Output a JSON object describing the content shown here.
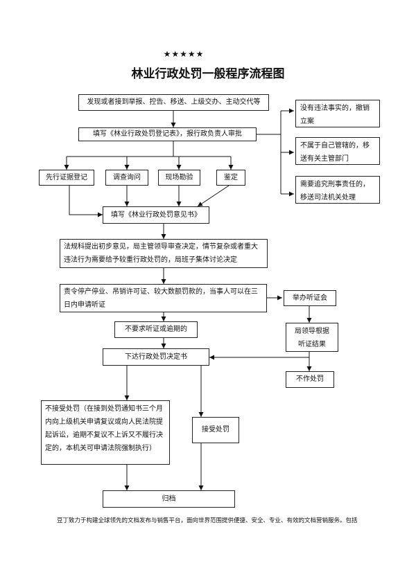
{
  "header": {
    "stars": "★★★★★",
    "title": "林业行政处罚一般程序流程图"
  },
  "nodes": {
    "discover": "发现或者接到举报、控告、移送、上级交办、主动交代等",
    "register": "填写《林业行政处罚登记表》，报行政负责人审批",
    "revoke": "没有违法事实的，撤销立案",
    "transfer": "不属于自己管辖的，移送有关主管部门",
    "judicial": "需要追究刑事责任的，移送司法机关处理",
    "evidence": "先行证据登记",
    "inquiry": "调查询问",
    "site": "现场勘验",
    "appraisal": "鉴定",
    "opinion": "填写《林业行政处罚意见书》",
    "review": "法规科提出初步意见，局主管领导审查决定，情节复杂或者重大违法行为需要给予较重行政处罚的，局班子集体讨论决定",
    "hearing_notice": "责令停产停业、吊销许可证、较大数额罚款的，当事人可以在三日内申请听证",
    "hearing": "举办听证会",
    "no_hearing": "不要求听证或逾期的",
    "leader": "局领导根据听证结果",
    "decision": "下达行政处罚决定书",
    "no_penalty": "不作处罚",
    "reject": "不接受处罚（在接到处罚通知书三个月内向上级机关申请复议或向人民法院提起诉讼，逾期不复议不上诉又不履行决定的，本机关可申请法院强制执行）",
    "accept": "接受处罚",
    "archive": "归档"
  },
  "footer": {
    "text": "豆丁致力于构建全球领先的文档发布与销售平台，面向世界范围提供便捷、安全、专业、有效的文档营销服务。包括"
  }
}
